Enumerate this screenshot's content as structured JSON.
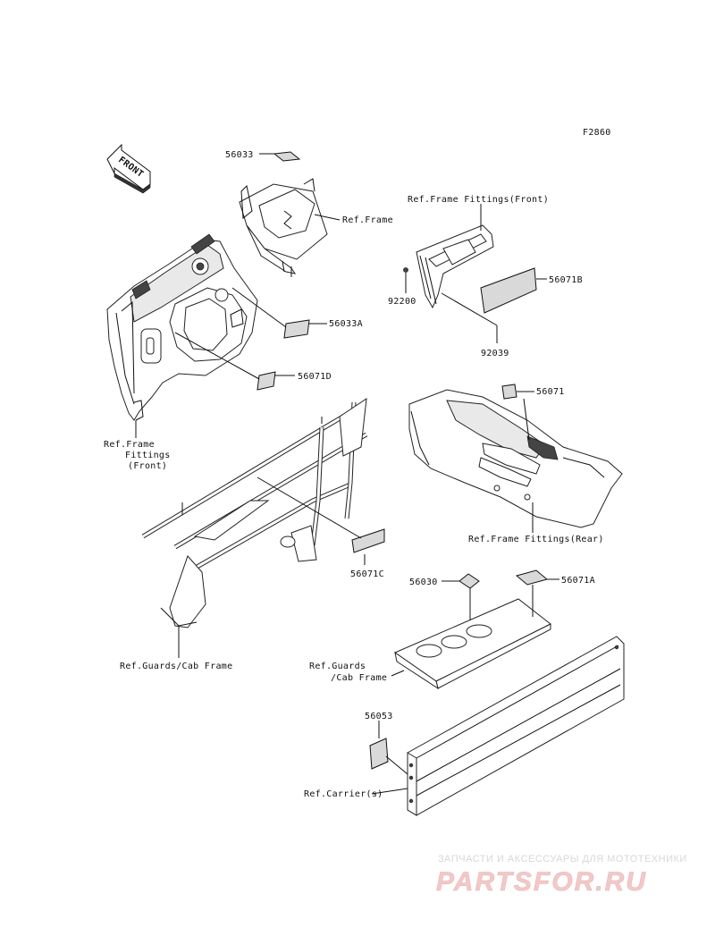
{
  "figure_code": "F2860",
  "front_badge": "FRONT",
  "labels": {
    "p56033": "56033",
    "ref_frame": "Ref.Frame",
    "p56033a": "56033A",
    "p56071d": "56071D",
    "ref_ff_front_l1": "Ref.Frame",
    "ref_ff_front_l2": "Fittings",
    "ref_ff_front_l3": "(Front)",
    "ref_ff_front_top": "Ref.Frame Fittings(Front)",
    "p56071b": "56071B",
    "p92200": "92200",
    "p92039": "92039",
    "p56071": "56071",
    "ref_ff_rear": "Ref.Frame Fittings(Rear)",
    "p56071c": "56071C",
    "ref_guards_left": "Ref.Guards/Cab Frame",
    "p56030": "56030",
    "p56071a": "56071A",
    "ref_guards_mid_l1": "Ref.Guards",
    "ref_guards_mid_l2": "/Cab Frame",
    "p56053": "56053",
    "ref_carrier": "Ref.Carrier(s)"
  },
  "watermark": {
    "tagline": "ЗАПЧАСТИ И АКСЕССУАРЫ ДЛЯ МОТОТЕХНИКИ",
    "brand": "PARTSFOR.RU"
  }
}
